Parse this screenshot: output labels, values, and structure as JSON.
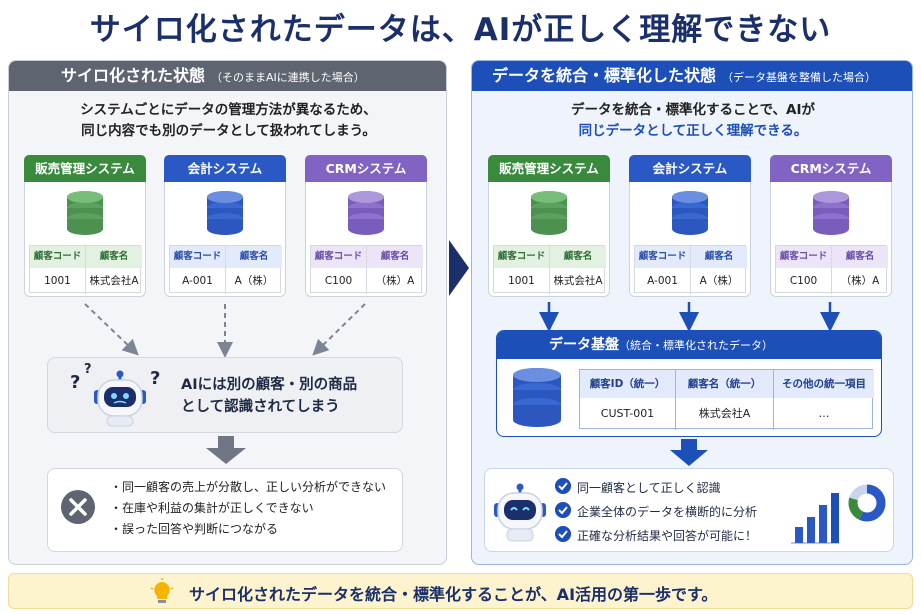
{
  "title": "サイロ化されたデータは、AIが正しく理解できない",
  "left_panel": {
    "header": "サイロ化された状態",
    "header_sub": "（そのままAIに連携した場合）",
    "desc_line1": "システムごとにデータの管理方法が異なるため、",
    "desc_line2": "同じ内容でも別のデータとして扱われてしまう。",
    "systems": [
      {
        "name": "販売管理システム",
        "col1": "顧客コード",
        "col2": "顧客名",
        "val1": "1001",
        "val2": "株式会社A",
        "color": "#3a8a3e"
      },
      {
        "name": "会計システム",
        "col1": "顧客コード",
        "col2": "顧客名",
        "val1": "A-001",
        "val2": "A（株）",
        "color": "#2a59c6"
      },
      {
        "name": "CRMシステム",
        "col1": "顧客コード",
        "col2": "顧客名",
        "val1": "C100",
        "val2": "（株）A",
        "color": "#8063c2"
      }
    ],
    "ai_text_line1": "AIには別の顧客・別の商品",
    "ai_text_line2": "として認識されてしまう",
    "problems": [
      "同一顧客の売上が分散し、正しい分析ができない",
      "在庫や利益の集計が正しくできない",
      "誤った回答や判断につながる"
    ]
  },
  "right_panel": {
    "header": "データを統合・標準化した状態",
    "header_sub": "（データ基盤を整備した場合）",
    "desc_line1": "データを統合・標準化することで、AIが",
    "desc_line2": "同じデータとして正しく理解できる。",
    "systems": [
      {
        "name": "販売管理システム",
        "col1": "顧客コード",
        "col2": "顧客名",
        "val1": "1001",
        "val2": "株式会社A",
        "color": "#3a8a3e"
      },
      {
        "name": "会計システム",
        "col1": "顧客コード",
        "col2": "顧客名",
        "val1": "A-001",
        "val2": "A（株）",
        "color": "#2a59c6"
      },
      {
        "name": "CRMシステム",
        "col1": "顧客コード",
        "col2": "顧客名",
        "val1": "C100",
        "val2": "（株）A",
        "color": "#8063c2"
      }
    ],
    "platform": {
      "title": "データ基盤",
      "title_sub": "（統合・標準化されたデータ）",
      "col1": "顧客ID（統一）",
      "col2": "顧客名（統一）",
      "col3": "その他の統一項目",
      "val1": "CUST-001",
      "val2": "株式会社A",
      "val3": "…"
    },
    "benefits": [
      "同一顧客として正しく認識",
      "企業全体のデータを横断的に分析",
      "正確な分析結果や回答が可能に！"
    ]
  },
  "footer": "サイロ化されたデータを統合・標準化することが、AI活用の第一歩です。",
  "icons": [
    "database-icon",
    "robot-icon",
    "question-icon",
    "cross-icon",
    "check-icon",
    "bar-chart-icon",
    "donut-chart-icon",
    "lightbulb-icon",
    "arrow-right-icon"
  ],
  "colors": {
    "navy": "#1b2f6b",
    "blue": "#1d4fb8",
    "gray_header": "#5e6470",
    "green": "#3a8a3e",
    "purple": "#8063c2",
    "footer_bg": "#fdf3cf"
  }
}
